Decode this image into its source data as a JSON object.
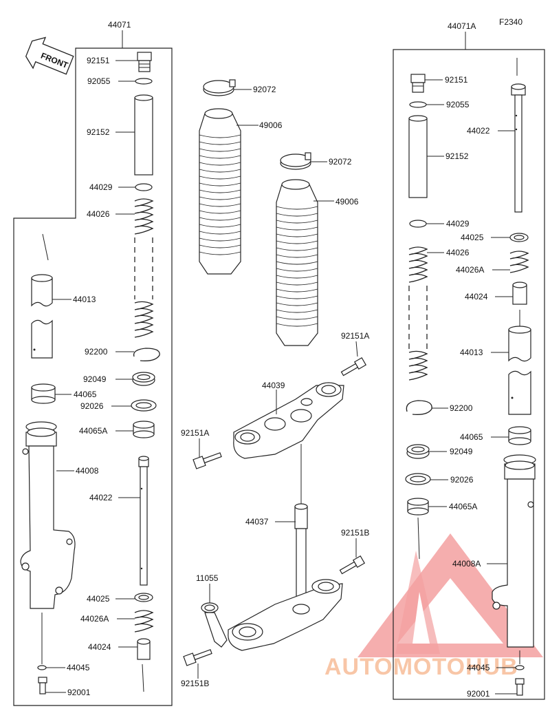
{
  "figure_code": "F2340",
  "assemblies": {
    "left": "44071",
    "right": "44071A"
  },
  "front_marker": "FRONT",
  "labels": {
    "l_92151": "92151",
    "l_92055": "92055",
    "l_92152": "92152",
    "l_44029": "44029",
    "l_44026": "44026",
    "l_44013": "44013",
    "l_92200": "92200",
    "l_92049": "92049",
    "l_44065": "44065",
    "l_92026": "92026",
    "l_44065A": "44065A",
    "l_44008": "44008",
    "l_44022": "44022",
    "l_44025": "44025",
    "l_44026A": "44026A",
    "l_44024": "44024",
    "l_44045": "44045",
    "l_92001": "92001",
    "c_92072a": "92072",
    "c_49006a": "49006",
    "c_92072b": "92072",
    "c_49006b": "49006",
    "c_92151Aa": "92151A",
    "c_44039": "44039",
    "c_92151Ab": "92151A",
    "c_44037": "44037",
    "c_92151Ba": "92151B",
    "c_11055": "11055",
    "c_92151Bb": "92151B",
    "r_92151": "92151",
    "r_92055": "92055",
    "r_44022": "44022",
    "r_92152": "92152",
    "r_44029": "44029",
    "r_44025": "44025",
    "r_44026": "44026",
    "r_44026A": "44026A",
    "r_44024": "44024",
    "r_44013": "44013",
    "r_92200": "92200",
    "r_44065": "44065",
    "r_92049": "92049",
    "r_92026": "92026",
    "r_44065A": "44065A",
    "r_44008A": "44008A",
    "r_44045": "44045",
    "r_92001": "92001"
  },
  "watermark": {
    "text": "AUTOMOTOHUB",
    "color": "#f6b48a",
    "mark_color": "#f07070"
  }
}
